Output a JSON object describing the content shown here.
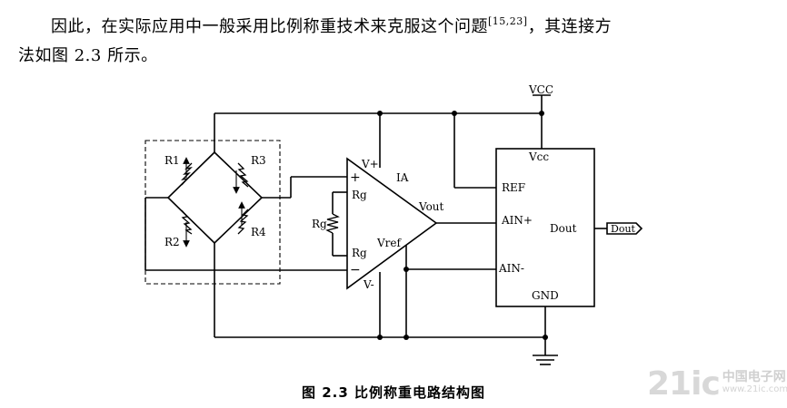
{
  "paragraph": {
    "line1_text": "因此，在实际应用中一般采用比例称重技术来克服这个问题",
    "citation": "[15,23]",
    "line1_tail": "，其连接方",
    "line2": "法如图 2.3 所示。"
  },
  "circuit": {
    "vcc": "VCC",
    "r1": "R1",
    "r2": "R2",
    "r3": "R3",
    "r4": "R4",
    "rg": "Rg",
    "ia": {
      "name": "IA",
      "vplus": "V+",
      "vminus": "V-",
      "plus": "+",
      "minus": "−",
      "rg_top": "Rg",
      "rg_bottom": "Rg",
      "vout": "Vout",
      "vref": "Vref"
    },
    "adc": {
      "vcc": "Vcc",
      "ref": "REF",
      "ain_plus": "AIN+",
      "ain_minus": "AIN-",
      "dout": "Dout",
      "gnd": "GND"
    },
    "dout_port": "Dout"
  },
  "caption": "图 2.3  比例称重电路结构图",
  "watermark": {
    "mark": "21ic",
    "cn": "中国电子网",
    "url": "www.21ic.com"
  }
}
